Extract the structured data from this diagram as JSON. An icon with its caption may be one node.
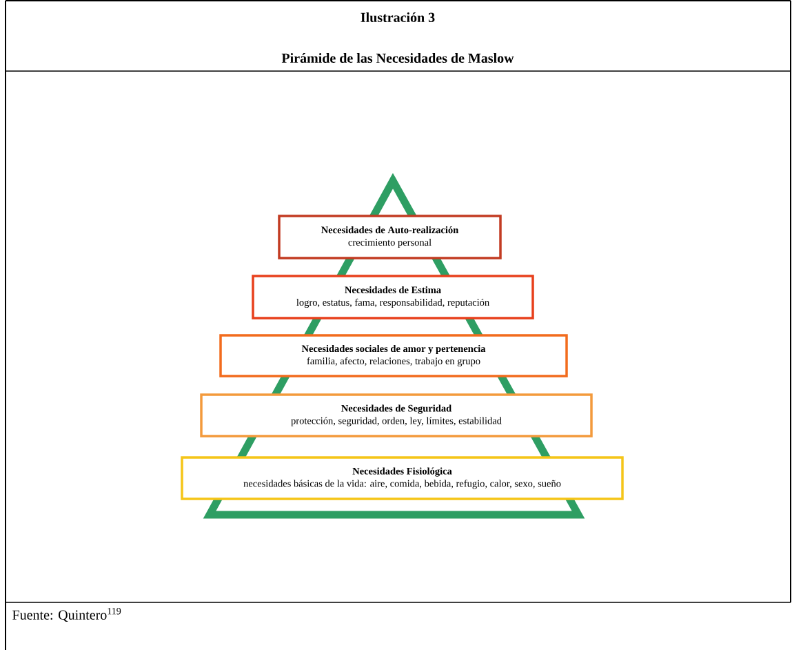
{
  "diagram": {
    "title": "Ilustración 3",
    "nodes": [
      {
        "text": [
          "Necesidades de Auto-realización",
          "crecimiento personal"
        ]
      },
      {
        "text": [
          "Necesidades de Estima",
          "logro, estatus, fama, responsabilidad, reputación"
        ]
      },
      {
        "text": [
          "Necesidades sociales de amor y pertenencia",
          "familia, afecto, relaciones, trabajo en grupo"
        ]
      },
      {
        "text": [
          "Necesidades de Seguridad",
          "protección, seguridad, orden, ley, límites, estabilidad"
        ]
      },
      {
        "text": [
          "Necesidades  Fisiológica",
          "necesidades básicas de la vida: aire, comida, bebida, refugio, calor, sexo, sueño"
        ]
      }
    ],
    "labels": [
      "Pirámide de las Necesidades de Maslow"
    ],
    "caption": "Fuente: Quintero$^{119}$"
  }
}
